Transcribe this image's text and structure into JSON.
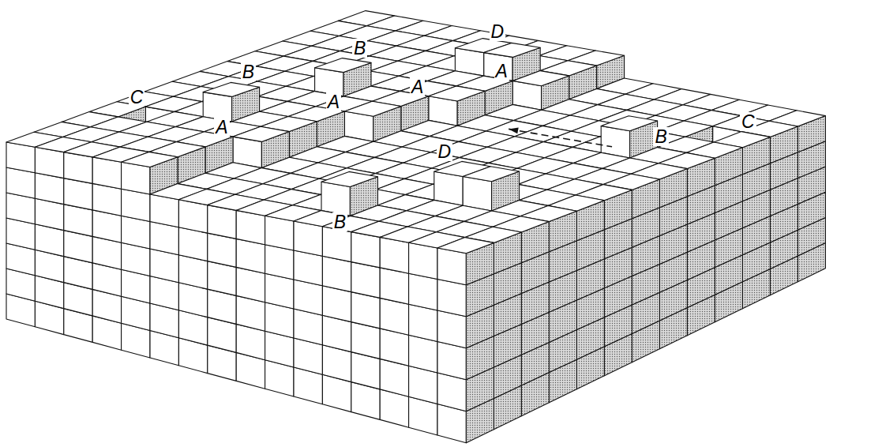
{
  "diagram": {
    "labels": [
      "D",
      "B",
      "B",
      "A",
      "C",
      "A",
      "C",
      "A",
      "A",
      "D",
      "B",
      "B"
    ]
  }
}
